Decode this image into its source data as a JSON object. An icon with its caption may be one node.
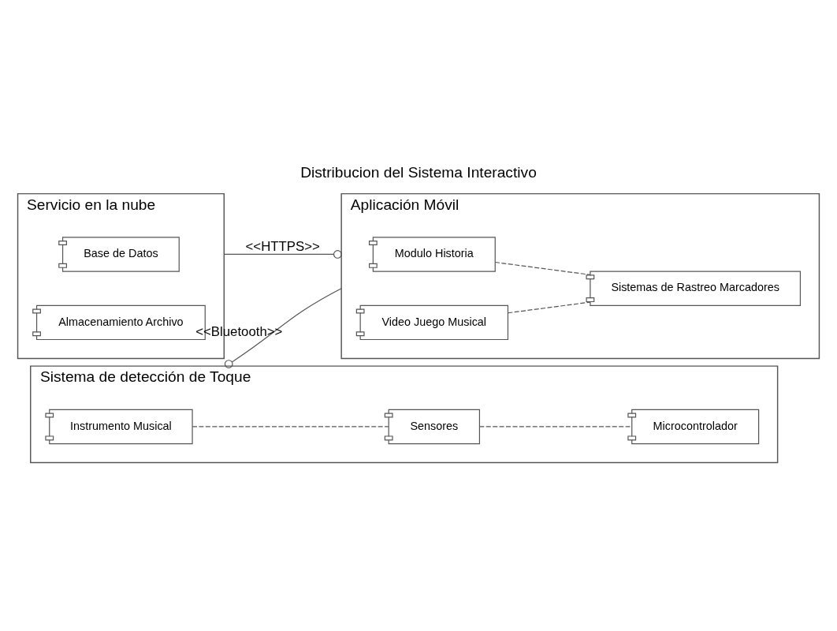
{
  "diagram": {
    "title": "Distribucion del Sistema Interactivo",
    "nodes": [
      {
        "text": [
          "Servicio en la nube"
        ]
      },
      {
        "text": [
          "Base de Datos"
        ],
        "in": 0
      },
      {
        "text": [
          "Almacenamiento Archivo"
        ],
        "in": 0
      },
      {
        "text": [
          "Aplicación Móvil"
        ]
      },
      {
        "text": [
          "Modulo Historia"
        ],
        "in": 3
      },
      {
        "text": [
          "Sistemas de Rastreo Marcadores"
        ],
        "in": 3
      },
      {
        "text": [
          "Video Juego Musical"
        ],
        "in": 3
      },
      {
        "text": [
          "Sistema de detección de Toque"
        ]
      },
      {
        "text": [
          "Instrumento Musical"
        ],
        "in": 7
      },
      {
        "text": [
          "Sensores"
        ],
        "in": 7
      },
      {
        "text": [
          "Microcontrolador"
        ],
        "in": 7
      }
    ],
    "edges": [
      {
        "from": 0,
        "to": 3,
        "arrow": "other",
        "label": "<<HTTPS>>"
      },
      {
        "from": 3,
        "to": 7,
        "arrow": "other",
        "label": "<<Bluetooth>>"
      },
      {
        "from": 4,
        "to": 5,
        "arrow": "none",
        "style": "dashed"
      },
      {
        "from": 6,
        "to": 5,
        "arrow": "none",
        "style": "dashed"
      },
      {
        "from": 8,
        "to": 9,
        "arrow": "none",
        "style": "dashed"
      },
      {
        "from": 9,
        "to": 10,
        "arrow": "none",
        "style": "dashed"
      }
    ]
  }
}
